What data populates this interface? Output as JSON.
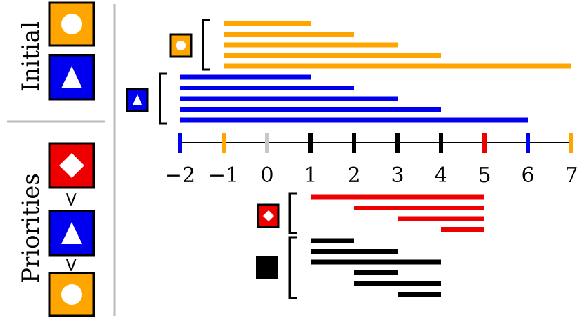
{
  "sidebar": {
    "initial_label": "Initial",
    "priorities_label": "Priorities",
    "initial_icons": [
      "circle-icon",
      "triangle-icon"
    ],
    "priority_icons": [
      "diamond-icon",
      "triangle-icon",
      "circle-icon"
    ],
    "less_than": "<"
  },
  "colors": {
    "orange": "#FFA500",
    "blue": "#0000EE",
    "red": "#EE0000",
    "black": "#000000",
    "gray": "#C8C8C8"
  },
  "axis": {
    "ticks": [
      {
        "value": -2,
        "label": "−2",
        "color": "blue"
      },
      {
        "value": -1,
        "label": "−1",
        "color": "orange"
      },
      {
        "value": 0,
        "label": "0",
        "color": "gray"
      },
      {
        "value": 1,
        "label": "1",
        "color": "black"
      },
      {
        "value": 2,
        "label": "2",
        "color": "black"
      },
      {
        "value": 3,
        "label": "3",
        "color": "black"
      },
      {
        "value": 4,
        "label": "4",
        "color": "black"
      },
      {
        "value": 5,
        "label": "5",
        "color": "red"
      },
      {
        "value": 6,
        "label": "6",
        "color": "blue"
      },
      {
        "value": 7,
        "label": "7",
        "color": "orange"
      }
    ]
  },
  "groups": [
    {
      "name": "orange-circle",
      "shape": "circle",
      "color": "orange",
      "intervals": [
        [
          -1,
          1
        ],
        [
          -1,
          2
        ],
        [
          -1,
          3
        ],
        [
          -1,
          4
        ],
        [
          -1,
          7
        ]
      ]
    },
    {
      "name": "blue-triangle",
      "shape": "triangle",
      "color": "blue",
      "intervals": [
        [
          -2,
          1
        ],
        [
          -2,
          2
        ],
        [
          -2,
          3
        ],
        [
          -2,
          4
        ],
        [
          -2,
          6
        ]
      ]
    },
    {
      "name": "red-diamond",
      "shape": "diamond",
      "color": "red",
      "intervals": [
        [
          1,
          5
        ],
        [
          2,
          5
        ],
        [
          3,
          5
        ],
        [
          4,
          5
        ]
      ]
    },
    {
      "name": "black-square",
      "shape": "square",
      "color": "black",
      "intervals": [
        [
          1,
          2
        ],
        [
          1,
          3
        ],
        [
          1,
          4
        ],
        [
          2,
          3
        ],
        [
          2,
          4
        ],
        [
          3,
          4
        ]
      ]
    }
  ]
}
